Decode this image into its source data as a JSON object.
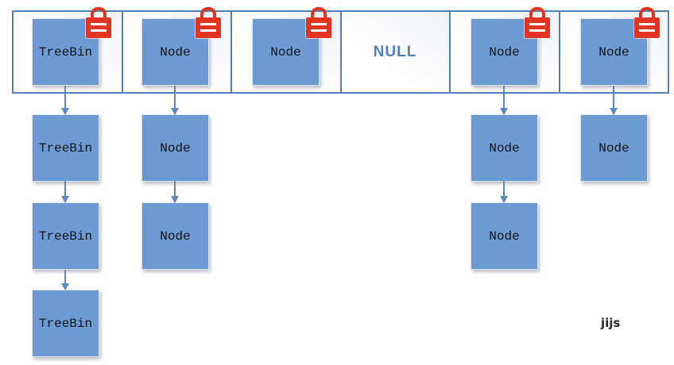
{
  "diagram": {
    "description": "Hash table bucket array with locked bins and linked node chains",
    "columns": [
      {
        "header": "TreeBin",
        "lock": true,
        "chain": [
          "TreeBin",
          "TreeBin",
          "TreeBin"
        ]
      },
      {
        "header": "Node",
        "lock": true,
        "chain": [
          "Node",
          "Node"
        ]
      },
      {
        "header": "Node",
        "lock": true,
        "chain": []
      },
      {
        "header": "NULL",
        "lock": false,
        "chain": []
      },
      {
        "header": "Node",
        "lock": true,
        "chain": [
          "Node",
          "Node"
        ]
      },
      {
        "header": "Node",
        "lock": true,
        "chain": [
          "Node"
        ]
      }
    ],
    "watermark": "jijs",
    "icons": {
      "lock": "red-padlock-with-two-white-bars"
    },
    "colors": {
      "box_fill": "#6c9bd3",
      "row_border": "#4f81bd",
      "lock_red": "#e23420",
      "arrow": "#5c89c6",
      "null_text": "#4e7fc1",
      "label_text": "#141414",
      "watermark_text": "#262626"
    }
  }
}
